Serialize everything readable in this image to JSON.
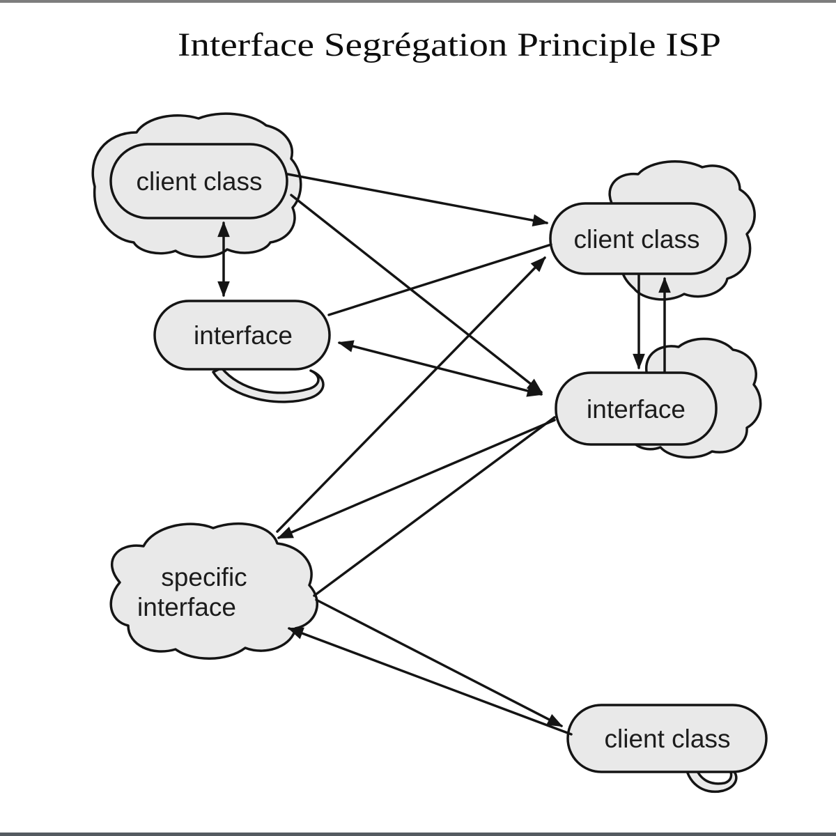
{
  "title": "Interface Segrégation Principle ISP",
  "nodes": {
    "client_class_tl": {
      "label": "client class",
      "shape": "cloud-with-stadium"
    },
    "interface_l": {
      "label": "interface",
      "shape": "speech-bubble"
    },
    "client_class_tr": {
      "label": "client class",
      "shape": "cloud-with-stadium"
    },
    "interface_r": {
      "label": "interface",
      "shape": "cloud-with-stadium"
    },
    "specific_interface": {
      "label": "specific interface",
      "label_line1": "specific",
      "label_line2": "interface",
      "shape": "cloud"
    },
    "client_class_br": {
      "label": "client class",
      "shape": "speech-bubble"
    }
  },
  "edges": [
    {
      "from": "client_class_tl",
      "to": "interface_l",
      "style": "double-headed-arrow"
    },
    {
      "from": "client_class_tl",
      "to": "client_class_tr",
      "style": "arrow"
    },
    {
      "from": "client_class_tl",
      "to": "interface_r",
      "style": "arrow"
    },
    {
      "from": "interface_l",
      "to": "client_class_tr",
      "style": "line"
    },
    {
      "from": "client_class_tr",
      "to": "interface_r",
      "style": "arrow"
    },
    {
      "from": "interface_r",
      "to": "client_class_tr",
      "style": "arrow"
    },
    {
      "from": "interface_l",
      "to": "interface_r",
      "style": "double-headed-arrow"
    },
    {
      "from": "interface_r",
      "to": "specific_interface",
      "style": "arrow"
    },
    {
      "from": "specific_interface",
      "to": "client_class_tr",
      "style": "arrow"
    },
    {
      "from": "specific_interface",
      "to": "interface_r",
      "style": "line"
    },
    {
      "from": "specific_interface",
      "to": "client_class_br",
      "style": "arrow"
    },
    {
      "from": "client_class_br",
      "to": "specific_interface",
      "style": "arrow"
    }
  ],
  "colors": {
    "shape_fill": "#e9e9e9",
    "stroke": "#141414",
    "background": "#ffffff",
    "top_strip": "#7d7d7d",
    "bottom_strip": "#545a60"
  }
}
